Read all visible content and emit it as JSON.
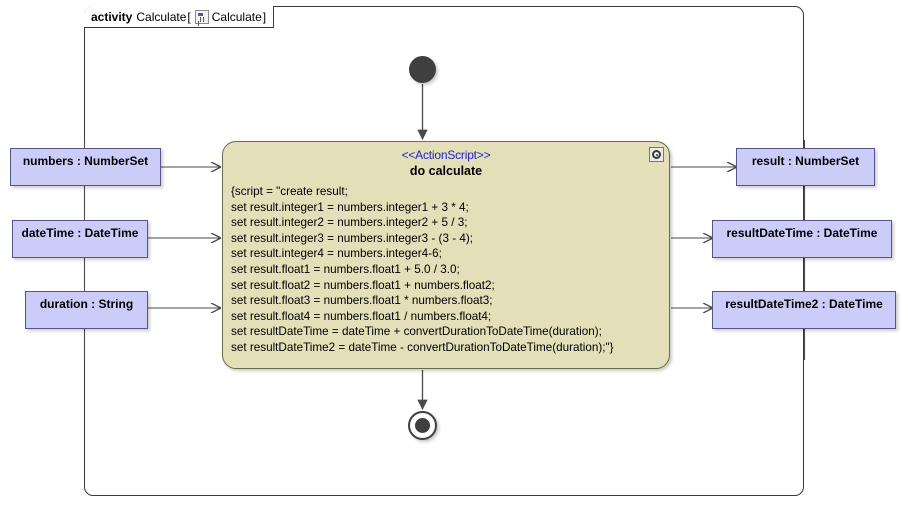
{
  "frame": {
    "keyword": "activity",
    "name": "Calculate",
    "bracket_open": "[",
    "bracket_close": "]",
    "diagram_name": "Calculate",
    "icon": "activity-diagram-icon"
  },
  "action": {
    "stereotype": "<<ActionScript>>",
    "title": "do calculate",
    "badge_icon": "target-ring-icon",
    "script_lines": [
      "{script = \"create result;",
      "set result.integer1 = numbers.integer1 + 3 * 4;",
      "set result.integer2 = numbers.integer2 + 5 / 3;",
      "set result.integer3 = numbers.integer3 - (3 - 4);",
      "set result.integer4 = numbers.integer4-6;",
      "set result.float1 = numbers.float1 + 5.0 / 3.0;",
      "set result.float2 = numbers.float1 + numbers.float2;",
      "set result.float3 = numbers.float1 * numbers.float3;",
      "set result.float4 = numbers.float1 / numbers.float4;",
      "set resultDateTime = dateTime + convertDurationToDateTime(duration);",
      "set resultDateTime2 = dateTime - convertDurationToDateTime(duration);\"}"
    ]
  },
  "input_pins": [
    {
      "label": "numbers : NumberSet"
    },
    {
      "label": "dateTime : DateTime"
    },
    {
      "label": "duration : String"
    }
  ],
  "output_pins": [
    {
      "label": "result : NumberSet"
    },
    {
      "label": "resultDateTime : DateTime"
    },
    {
      "label": "resultDateTime2 : DateTime"
    }
  ],
  "control_nodes": {
    "initial": "initial-node",
    "final": "activity-final-node"
  },
  "colors": {
    "action_fill": "#e3dfb8",
    "action_border": "#6b6b4a",
    "pin_fill": "#ccccf9",
    "pin_border": "#55558a",
    "stereotype_text": "#2323c8",
    "edge": "#4a4a4a",
    "frame_border": "#3a3a3a"
  }
}
